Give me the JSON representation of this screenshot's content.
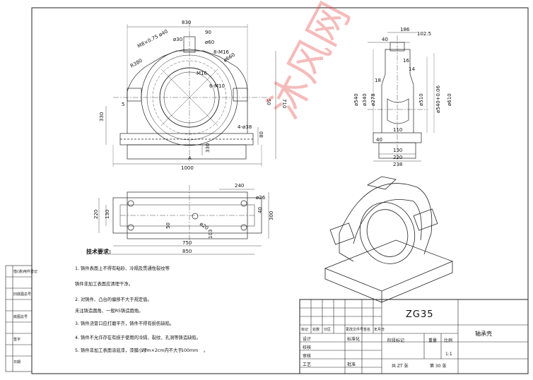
{
  "watermark": "沐风网",
  "tech_requirements": {
    "title": "技术要求:",
    "items": [
      "1.  铸件表面上不得有粘砂、冷隔及贯通性裂纹等",
      "    铸件非加工表面应清理干净。",
      "2.  对铸件、凸台的偏移不大于规定值。",
      "    未注铸造圆角、一般R5铸造圆角。",
      "3.  铸件浇冒口应打磨平齐，铸件不得有损伤缺陷。",
      "4.  铸件不允许存在有损于使用的冷隔、裂纹、孔洞等铸造缺陷。",
      "5.  铸件非加工表面涂底漆，漆膜小于"
    ],
    "item5_extra": "2cm×2cm内不大于",
    "item5_value": "100mm",
    "item5_end": "。"
  },
  "title_block": {
    "material": "ZG35",
    "part_name": "轴承壳",
    "scale_label": "比例",
    "weight_label": "重量",
    "stage_label": "阶段标记",
    "scale": "1:1",
    "sheets_total": "共 ZT 张",
    "sheet_no": "第 30 张",
    "rev_cols": [
      "标记",
      "处数",
      "分区",
      "更改文件号",
      "签名",
      "年月日"
    ],
    "roles": [
      "设计",
      "校核",
      "审核",
      "工艺"
    ],
    "std_label": "标准化",
    "approve_label": "批准"
  },
  "left_strip": [
    "借(通)用件登记",
    "旧底图总号",
    "底图总号",
    "签字",
    "日期"
  ],
  "dims_front": {
    "top_width": "830",
    "w90": "90",
    "d60": "ø60",
    "m8": "M8×0.75 ø40",
    "d30": "ø30",
    "d660": "ø660",
    "r8m16": "8-M16",
    "r380": "R380",
    "m16": "M16",
    "m10": "6-M10",
    "h710": "710",
    "h50": "50",
    "h5": "5",
    "h330": "330",
    "h80": "80",
    "d38": "4-ø38",
    "w330": "330",
    "w1000": "1000",
    "sec": "A"
  },
  "dims_side": {
    "w186": "186",
    "w102": "102.5",
    "w40": "40",
    "w18": "18",
    "w16": "16",
    "w14": "14",
    "d540": "ø540",
    "d340": "ø340",
    "d278": "ø278",
    "d510": "ø510",
    "d540t": "ø540+0.06",
    "d610": "ø610",
    "w110": "110",
    "w130": "130",
    "w220": "220",
    "w238": "238",
    "h40": "40"
  },
  "dims_top": {
    "w240": "240",
    "d26": "ø26",
    "h220": "220",
    "h130": "130",
    "h40": "40",
    "h300": "300",
    "h50": "50",
    "d20": "ø20",
    "h103": "103",
    "w750": "750",
    "w850": "850"
  }
}
